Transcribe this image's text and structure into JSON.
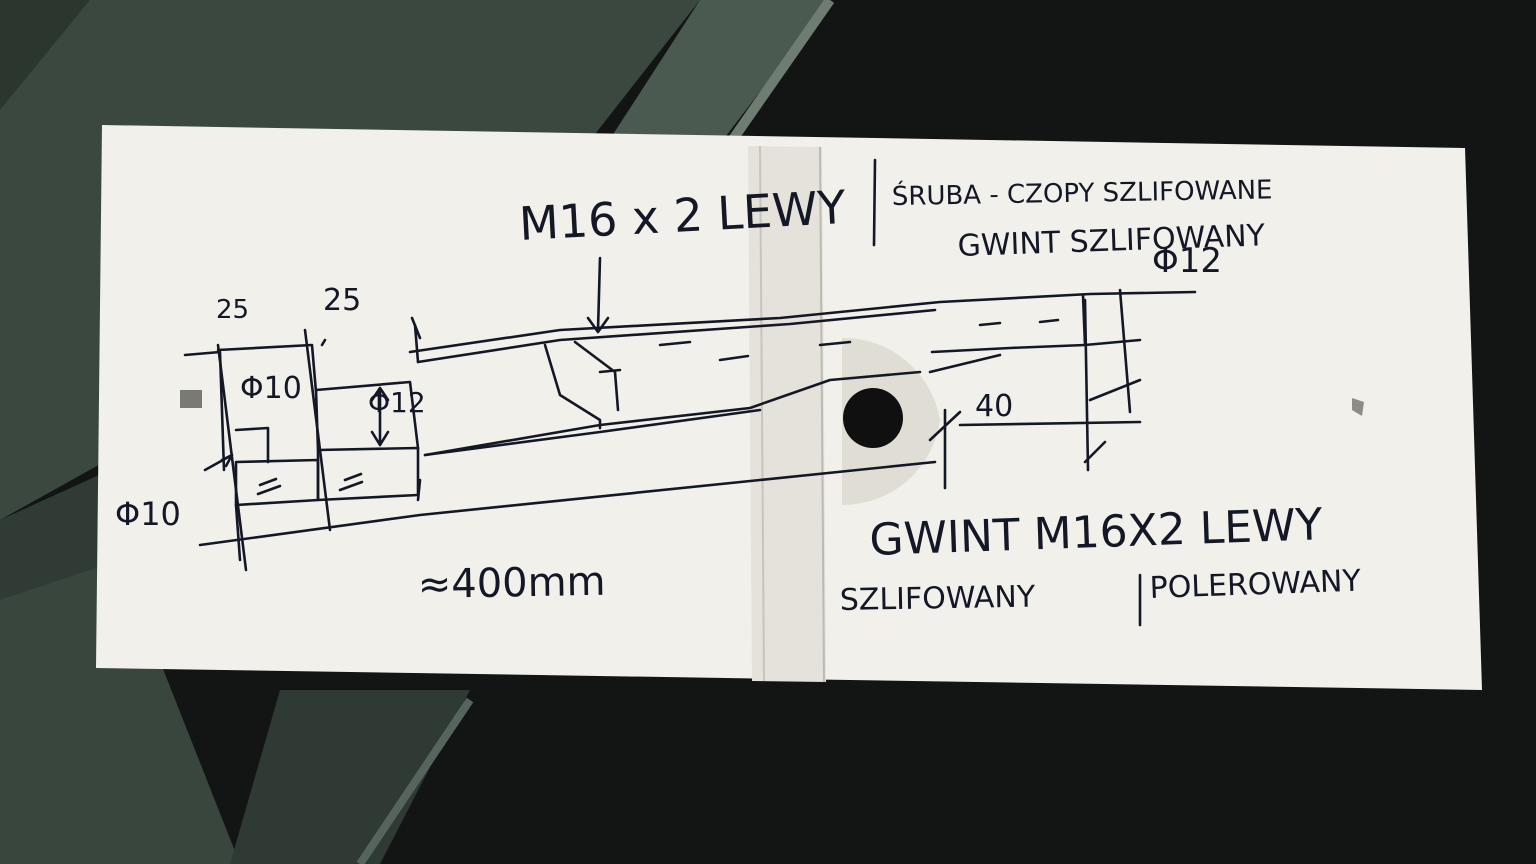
{
  "colors": {
    "background": "#121513",
    "paper": "#f1f0eb",
    "paper_shade": "#dedcd4",
    "ink": "#141826",
    "green_panel": "#3c4a42"
  },
  "texts": {
    "thread_top": "M16 x 2 LEWY",
    "screw_line1": "ŚRUBA - CZOPY SZLIFOWANE",
    "screw_line2": "GWINT SZLIFOWANY",
    "dia_12_right": "Φ12",
    "dim_25_a": "25",
    "dim_25_b": "25",
    "dia_10_inner": "Φ10",
    "dia_12_inner": "Φ12",
    "dia_10_left": "Φ10",
    "dim_40": "40",
    "length": "≈400mm",
    "thread_bottom": "GWINT M16X2 LEWY",
    "finish_ground": "SZLIFOWANY",
    "finish_polished": "POLEROWANY"
  }
}
